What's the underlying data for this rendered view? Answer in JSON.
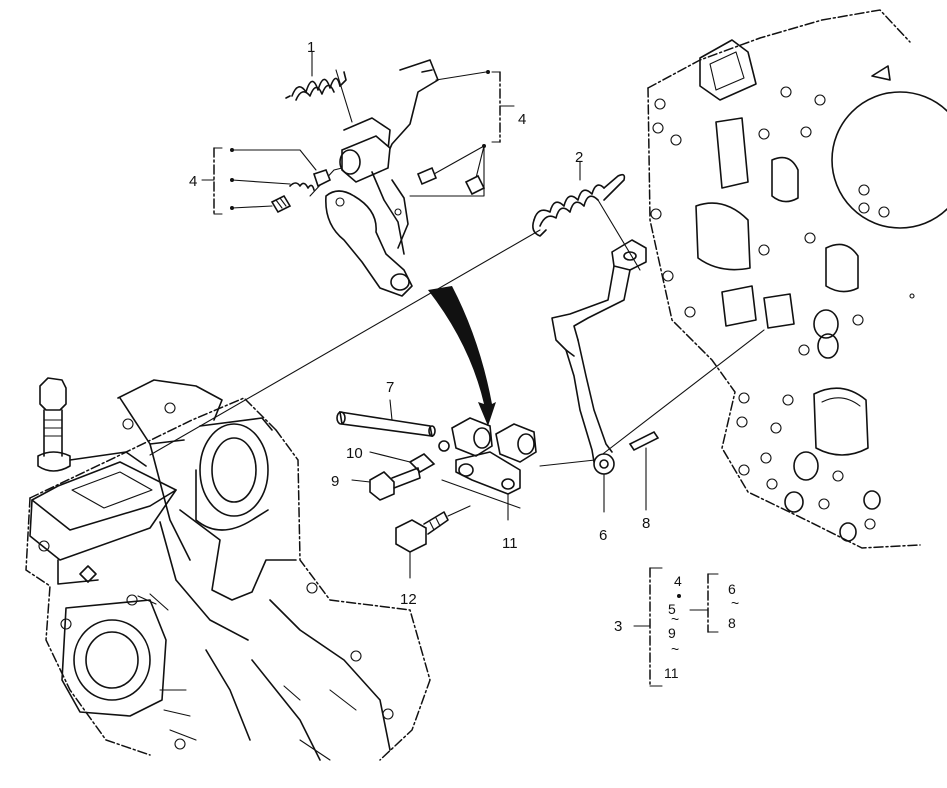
{
  "callouts": {
    "c1": "1",
    "c2": "2",
    "c4a": "4",
    "c4b": "4",
    "c6": "6",
    "c7": "7",
    "c8": "8",
    "c9": "9",
    "c10": "10",
    "c11": "11",
    "c12": "12"
  },
  "legend": {
    "main": "3",
    "items": [
      "4",
      "5",
      "9",
      "11"
    ],
    "sub": [
      "6",
      "8"
    ],
    "tilde": "~"
  }
}
